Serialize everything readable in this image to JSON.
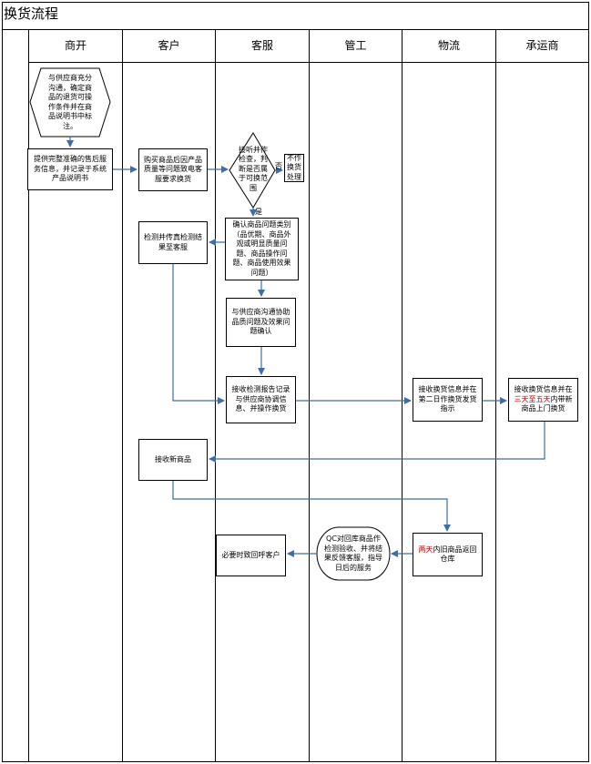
{
  "title": "换货流程",
  "lanes": [
    "商开",
    "客户",
    "客服",
    "管工",
    "物流",
    "承运商"
  ],
  "nodes": {
    "supplier_confirm": "与供应商充分\n沟通，确定商\n品的退货可操\n作条件并在商\n品说明书中标\n注。",
    "record_service": "提供完整准确的售后服\n务信息，并记录于系统\n产品说明书",
    "customer_request": "购买商品后因产品\n质量等问题致电客\n服要求换货",
    "judge": "接听并作\n检查，判\n断是否属\n于可换范\n围",
    "no_exchange": "不作\n换货\n处理",
    "confirm_category": "确认商品问题类别\n（品优期、商品外\n观或明显质量问\n题、商品操作问\n题、商品使用效果\n问题）",
    "inspect_report": "检测并传真检测结\n果至客服",
    "coordinate_supplier": "与供应商沟通协助\n品质问题及效果问\n题确认",
    "receive_report": "接收检测报告记录\n与供应商协调信\n息、并操作换货",
    "logistics_ship": "接收换货信息并在\n第二日作换货发货\n指示",
    "carrier_prefix": "接收换货信息并在",
    "carrier_highlight": "三天至五天",
    "carrier_suffix": "内带新",
    "carrier_line3": "商品上门换货",
    "receive_new": "接收新商品",
    "return_highlight": "两天",
    "return_rest": "内旧商品返回",
    "return_line2": "仓库",
    "qc_check": "QC对回库商品作\n检测验收、并将结\n果反馈客服，指导\n日后的服务",
    "callback": "必要时致回呼客户"
  },
  "edge_labels": {
    "no": "否",
    "yes": "是"
  },
  "colors": {
    "arrow": "#3e6da8",
    "border": "#000000",
    "node_fill": "#ffffff"
  }
}
